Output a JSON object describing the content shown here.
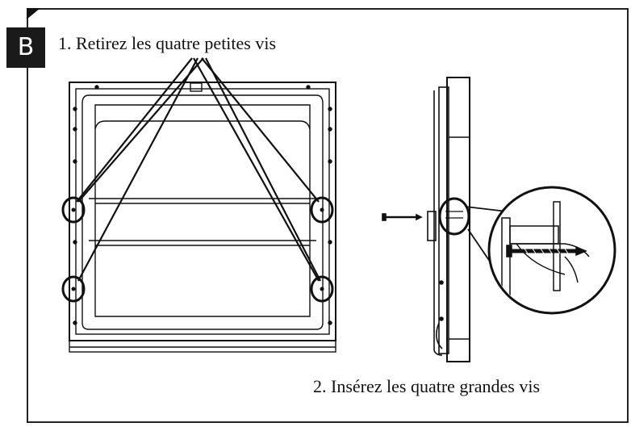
{
  "figure": {
    "badge_label": "B",
    "step1_text": "1. Retirez les quatre petites vis",
    "step2_text": "2. Insérez les quatre grandes vis"
  },
  "colors": {
    "line": "#111111",
    "badge_bg": "#1a1a1a",
    "badge_text": "#ffffff"
  }
}
